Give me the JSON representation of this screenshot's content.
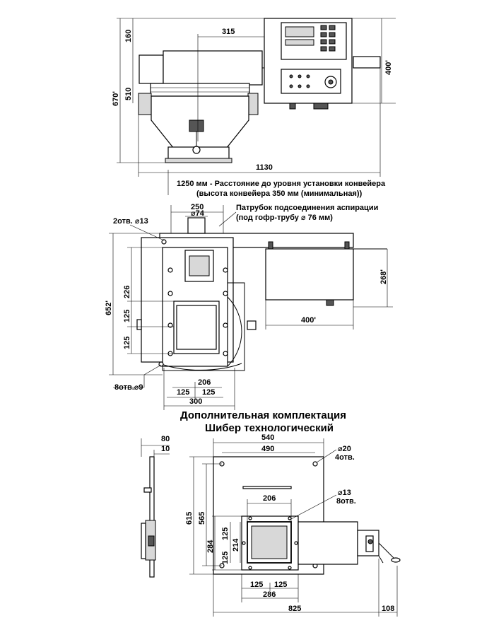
{
  "top_view": {
    "dims": {
      "d160": "160",
      "d315": "315",
      "d510": "510",
      "d670": "670'",
      "d400": "400'",
      "d1130": "1130"
    },
    "note_line1": "1250 мм - Расстояние до уровня установки конвейера",
    "note_line2": "(высота конвейера 350 мм (минимальная))"
  },
  "plan_view": {
    "dims": {
      "d250": "250",
      "d74": "⌀74",
      "holes2": "2отв. ⌀13",
      "d226": "226",
      "d125a": "125",
      "d125b": "125",
      "d652": "652'",
      "d268": "268'",
      "d400": "400'",
      "d206": "206",
      "d125c": "125",
      "d125d": "125",
      "d300": "300",
      "holes8": "8отв.⌀9"
    },
    "aspiration_line1": "Патрубок подсоединения аспирации",
    "aspiration_line2": "(под гофр-трубу ⌀ 76 мм)"
  },
  "extra": {
    "title_line1": "Дополнительная комплектация",
    "title_line2": "Шибер технологический"
  },
  "gate_view": {
    "dims": {
      "d80": "80",
      "d10": "10",
      "d540": "540",
      "d490": "490",
      "d20": "⌀20",
      "holes4": "4отв.",
      "d615": "615",
      "d565": "565",
      "d206": "206",
      "d13": "⌀13",
      "holes8": "8отв.",
      "d125a": "125",
      "d125b": "125",
      "d284": "284",
      "d214": "214",
      "d125c": "125",
      "d125d": "125",
      "d286": "286",
      "d825": "825",
      "d108": "108"
    }
  }
}
